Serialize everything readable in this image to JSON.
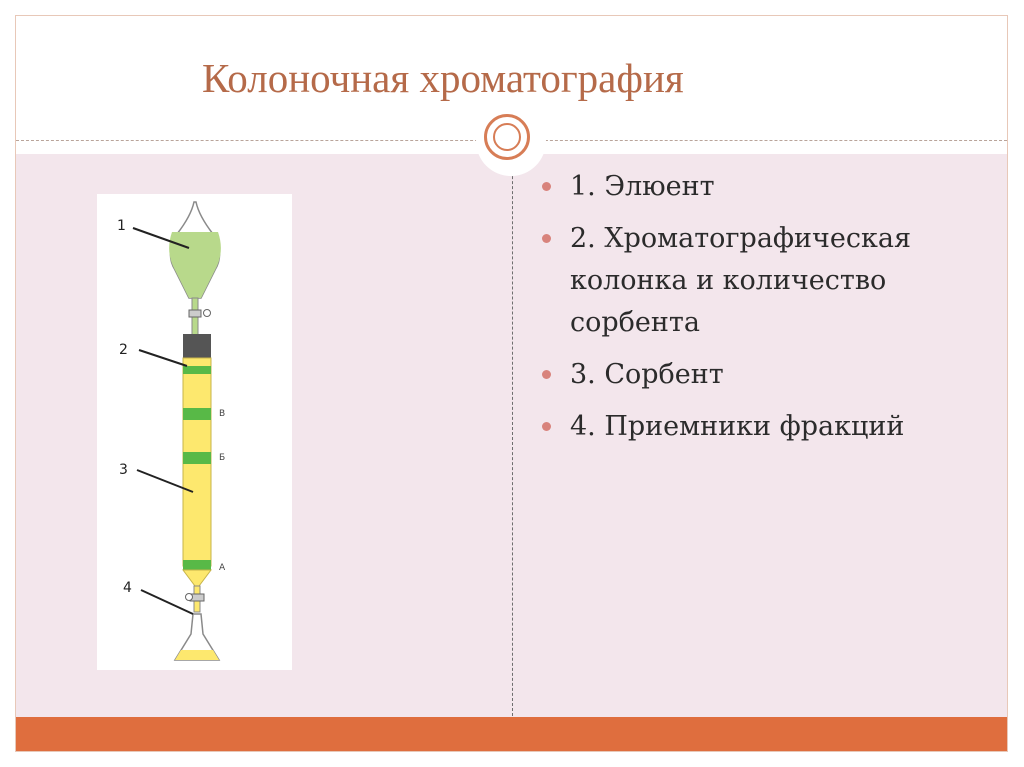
{
  "slide": {
    "title": "Колоночная хроматография",
    "bullets": [
      "1. Элюент",
      "2. Хроматографическая колонка и количество сорбента",
      "3. Сорбент",
      "4. Приемники фракций"
    ]
  },
  "diagram": {
    "callouts": [
      "1",
      "2",
      "3",
      "4"
    ],
    "zone_labels": [
      "В",
      "Б",
      "А"
    ]
  },
  "colors": {
    "title": "#b56a49",
    "accent_bar": "#df6e3e",
    "content_bg": "#f3e6ec",
    "bullet_dot": "#d8837c",
    "eluent": "#b8d98b",
    "sorbent": "#fde86e",
    "band": "#58b947"
  }
}
